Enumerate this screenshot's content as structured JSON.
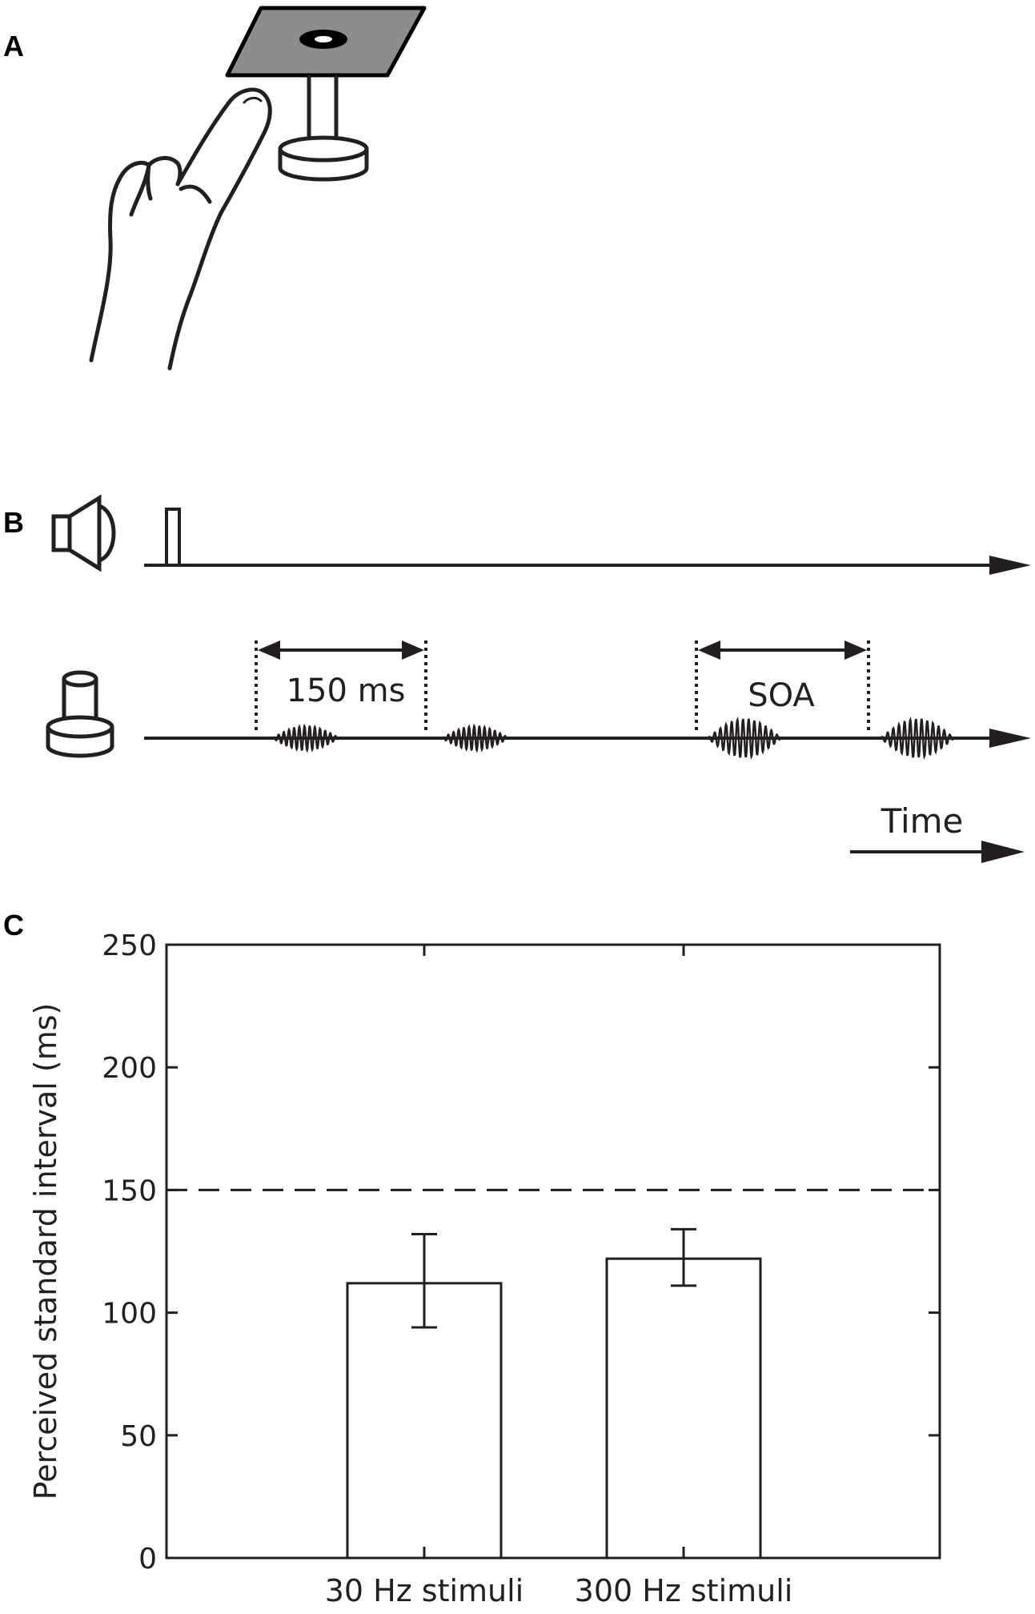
{
  "panels": {
    "a_label": "A",
    "b_label": "B",
    "c_label": "C"
  },
  "timeline": {
    "interval_label": "150 ms",
    "soa_label": "SOA",
    "time_label": "Time"
  },
  "icons": {
    "finger": "finger-touching-vibrator-icon",
    "speaker": "speaker-icon",
    "vibrator": "vibrator-icon"
  },
  "colors": {
    "ink": "#231f20",
    "plate": "#8c8c8c"
  },
  "chart_data": {
    "type": "bar",
    "categories": [
      "30 Hz stimuli",
      "300 Hz stimuli"
    ],
    "values": [
      112,
      122
    ],
    "error": [
      [
        94,
        132
      ],
      [
        111,
        134
      ]
    ],
    "reference_line": 150,
    "ylabel": "Perceived standard interval (ms)",
    "xlabel": "",
    "ylim": [
      0,
      250
    ],
    "yticks": [
      0,
      50,
      100,
      150,
      200,
      250
    ],
    "grid": false
  }
}
